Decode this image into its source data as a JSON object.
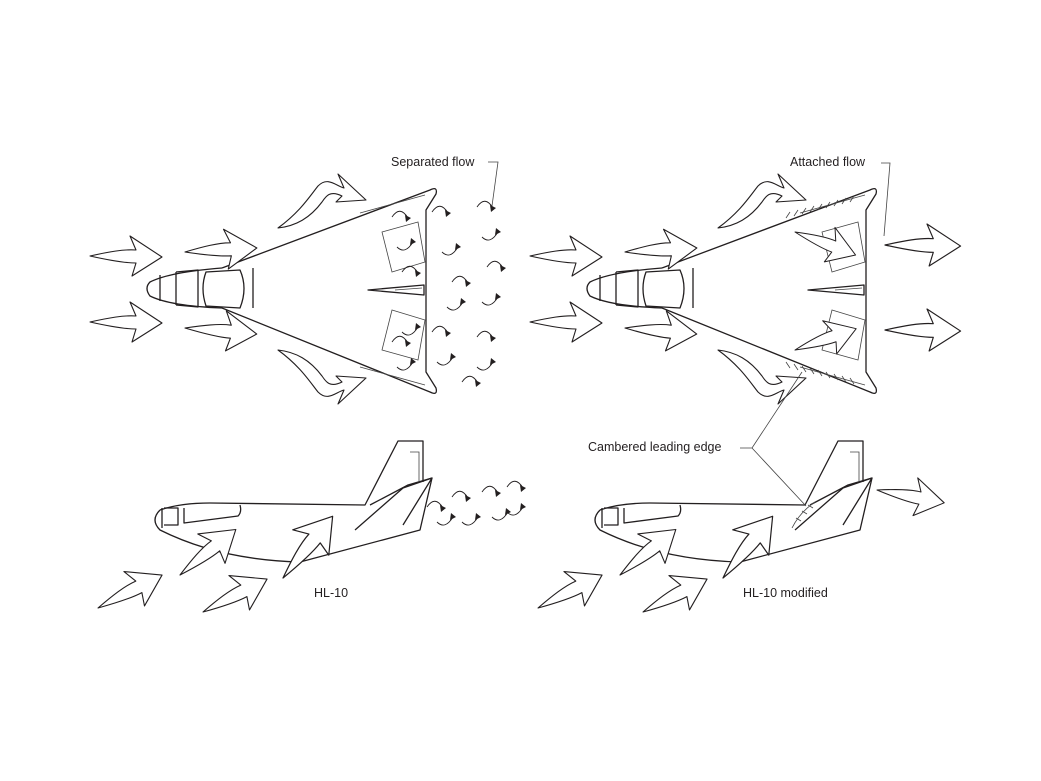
{
  "labels": {
    "separated_flow": "Separated flow",
    "attached_flow": "Attached flow",
    "cambered_leading_edge": "Cambered leading edge",
    "hl10": "HL-10",
    "hl10_modified": "HL-10 modified"
  },
  "colors": {
    "line": "#231f20",
    "background": "#ffffff"
  }
}
